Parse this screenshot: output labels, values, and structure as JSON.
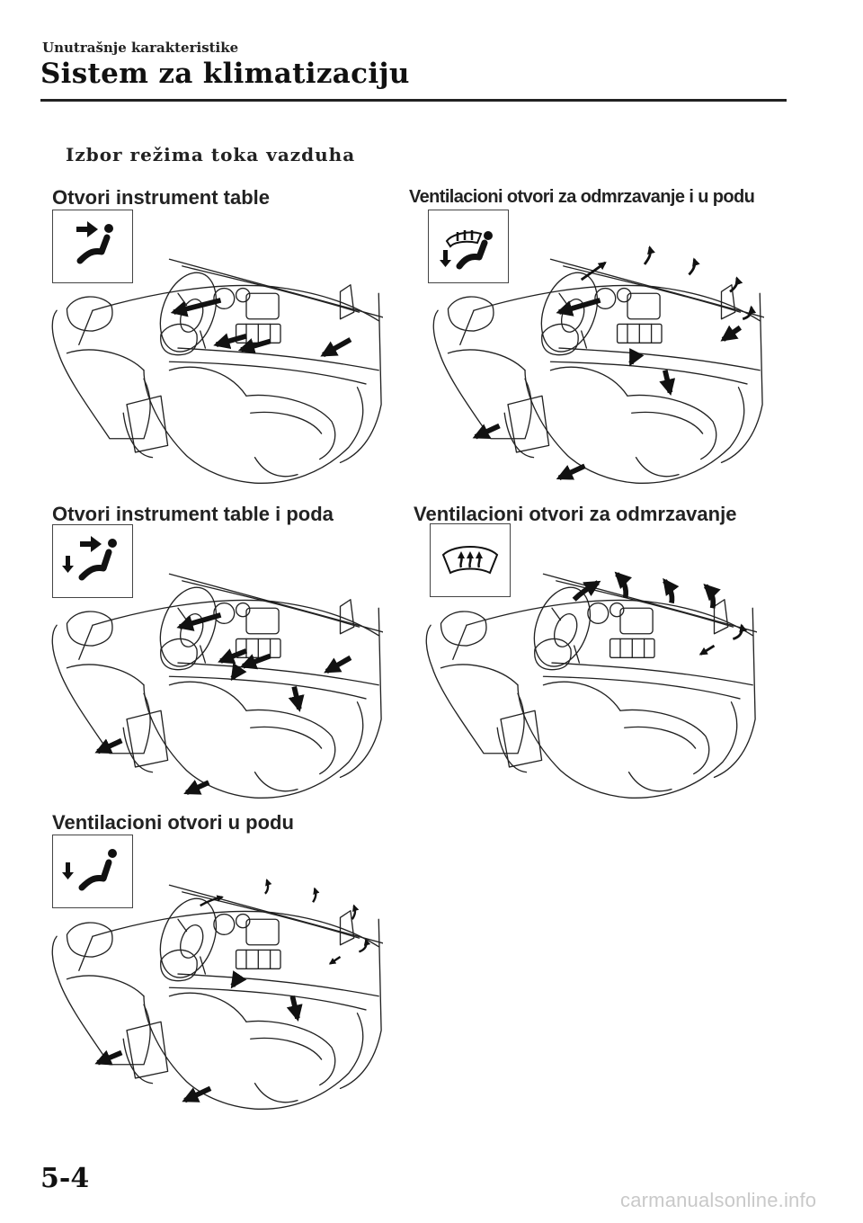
{
  "header": {
    "section_label": "Unutrašnje karakteristike",
    "title": "Sistem za klimatizaciju"
  },
  "subheading": "Izbor režima toka vazduha",
  "modes": [
    {
      "caption": "Otvori instrument table",
      "icon": "panel-vent-icon"
    },
    {
      "caption": "Ventilacioni otvori za odmrzavanje i u podu",
      "icon": "defrost-floor-icon"
    },
    {
      "caption": "Otvori instrument table i poda",
      "icon": "panel-floor-vent-icon"
    },
    {
      "caption": "Ventilacioni otvori za odmrzavanje",
      "icon": "windshield-defrost-icon"
    },
    {
      "caption": "Ventilacioni otvori u podu",
      "icon": "floor-vent-icon"
    }
  ],
  "footer": {
    "page_number": "5-4",
    "watermark": "carmanualsonline.info"
  },
  "colors": {
    "ink": "#222222",
    "watermark": "#c9c9c9"
  }
}
